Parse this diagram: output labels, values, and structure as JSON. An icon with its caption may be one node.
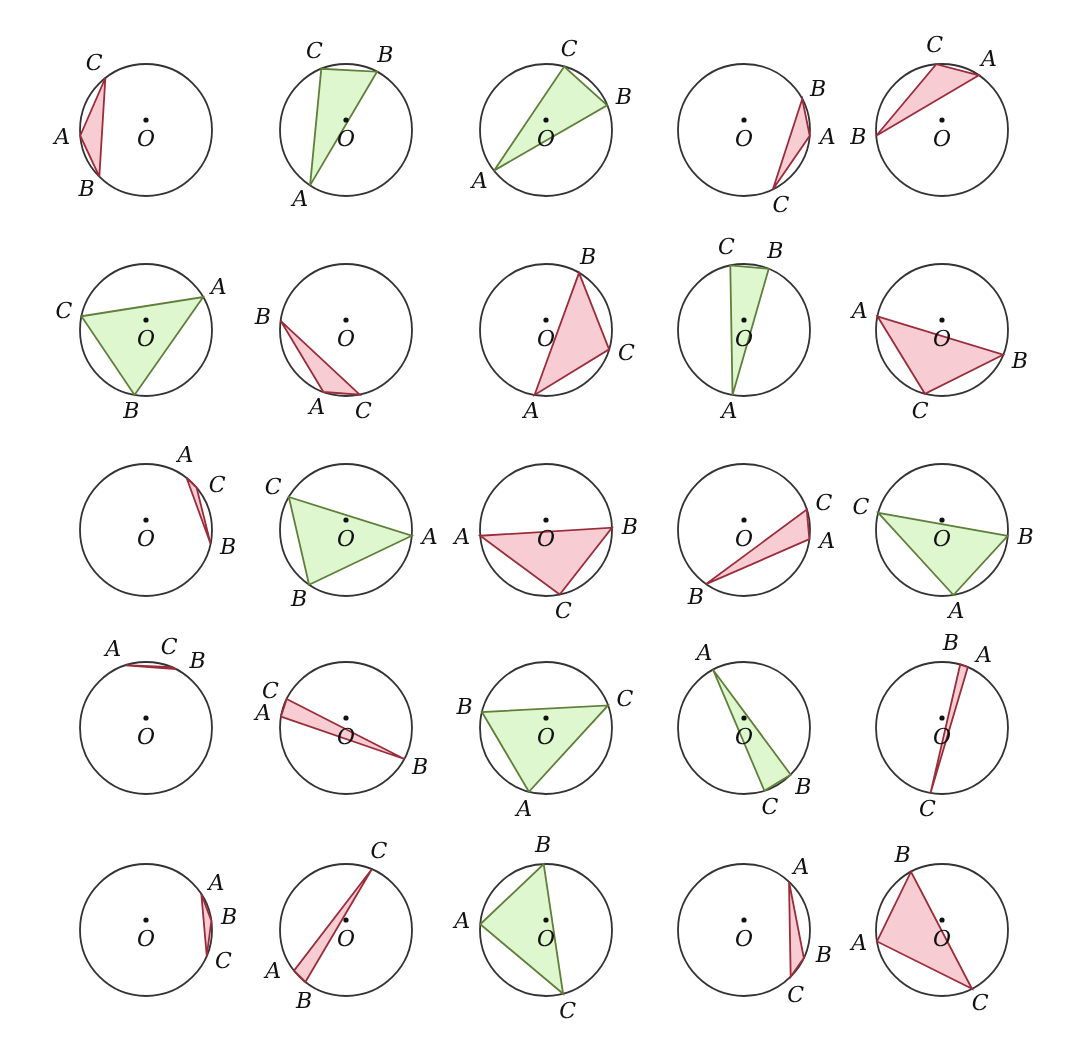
{
  "diagram": {
    "nodes": [
      {
        "text": [
          "A",
          "B",
          "C",
          "O"
        ]
      },
      {
        "text": [
          "A",
          "B",
          "C",
          "O"
        ]
      },
      {
        "text": [
          "A",
          "B",
          "C",
          "O"
        ]
      },
      {
        "text": [
          "A",
          "B",
          "C",
          "O"
        ]
      },
      {
        "text": [
          "A",
          "B",
          "C",
          "O"
        ]
      },
      {
        "text": [
          "A",
          "B",
          "C",
          "O"
        ]
      },
      {
        "text": [
          "A",
          "B",
          "C",
          "O"
        ]
      },
      {
        "text": [
          "A",
          "B",
          "C",
          "O"
        ]
      },
      {
        "text": [
          "A",
          "B",
          "C",
          "O"
        ]
      },
      {
        "text": [
          "A",
          "B",
          "C",
          "O"
        ]
      },
      {
        "text": [
          "A",
          "B",
          "C",
          "O"
        ]
      },
      {
        "text": [
          "A",
          "B",
          "C",
          "O"
        ]
      },
      {
        "text": [
          "A",
          "B",
          "C",
          "O"
        ]
      },
      {
        "text": [
          "A",
          "B",
          "C",
          "O"
        ]
      },
      {
        "text": [
          "A",
          "B",
          "C",
          "O"
        ]
      },
      {
        "text": [
          "A",
          "B",
          "C",
          "O"
        ]
      },
      {
        "text": [
          "A",
          "B",
          "C",
          "O"
        ]
      },
      {
        "text": [
          "A",
          "B",
          "C",
          "O"
        ]
      },
      {
        "text": [
          "A",
          "B",
          "C",
          "O"
        ]
      },
      {
        "text": [
          "A",
          "B",
          "C",
          "O"
        ]
      },
      {
        "text": [
          "A",
          "B",
          "C",
          "O"
        ]
      },
      {
        "text": [
          "A",
          "B",
          "C",
          "O"
        ]
      },
      {
        "text": [
          "A",
          "B",
          "C",
          "O"
        ]
      },
      {
        "text": [
          "A",
          "B",
          "C",
          "O"
        ]
      },
      {
        "text": [
          "A",
          "B",
          "C",
          "O"
        ]
      }
    ]
  }
}
